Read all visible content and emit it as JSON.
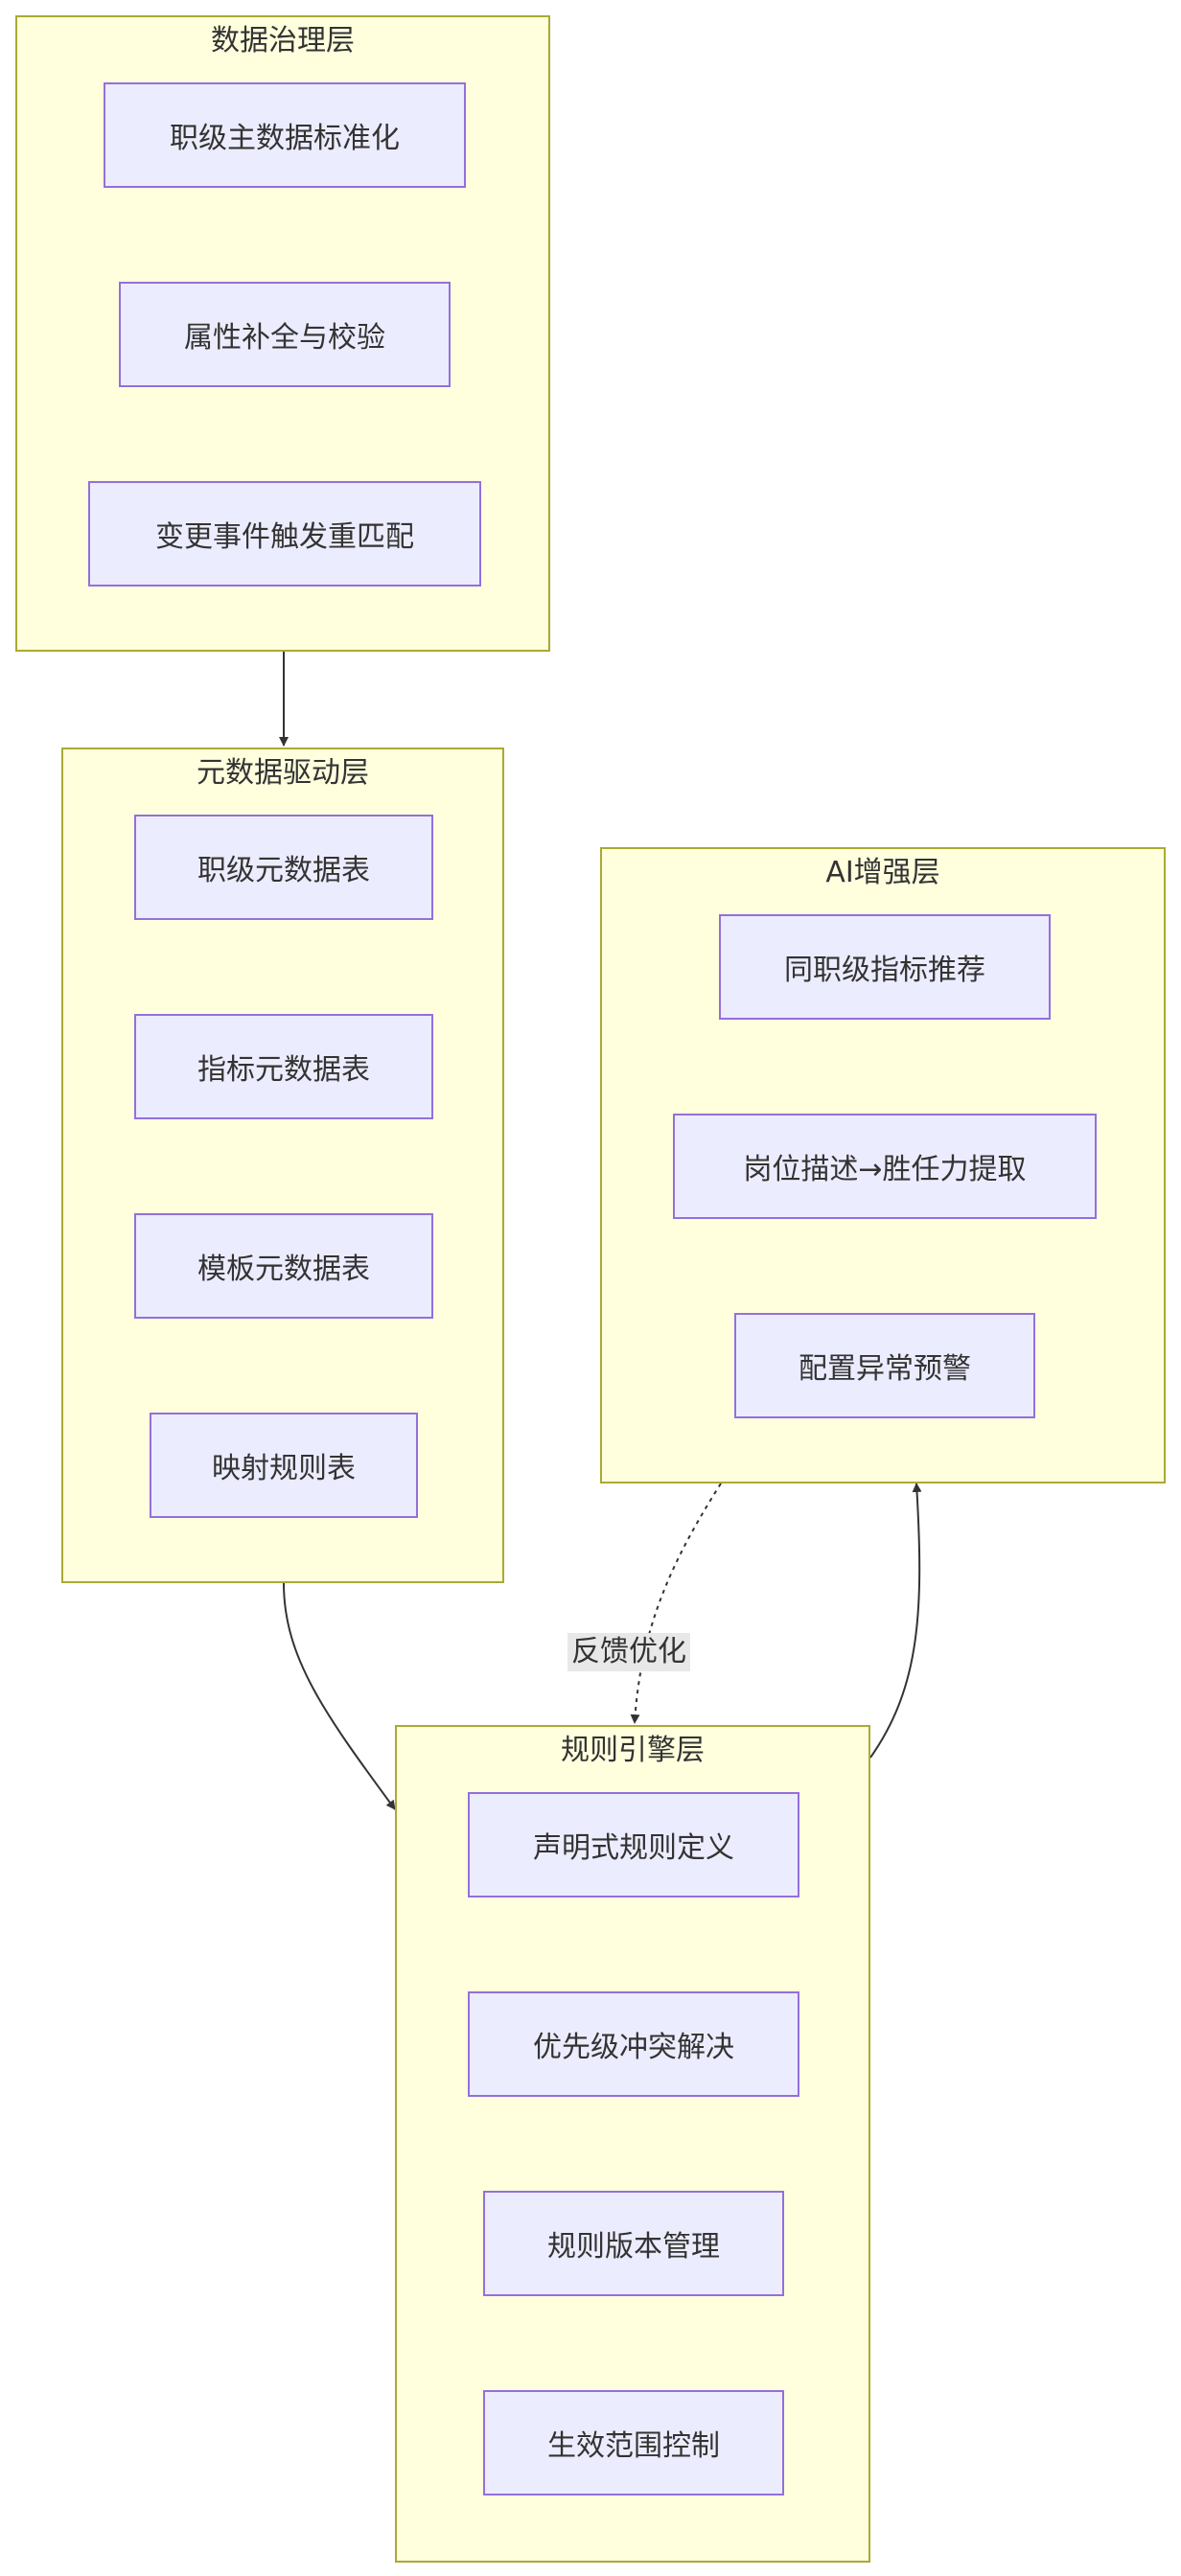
{
  "colors": {
    "group_fill": "#ffffde",
    "group_border": "#aaaa33",
    "node_fill": "#ececff",
    "node_border": "#9370db",
    "text": "#333333",
    "edge": "#333333",
    "edge_label_bg": "#e8e8e8"
  },
  "groups": {
    "governance": {
      "title": "数据治理层",
      "nodes": [
        "职级主数据标准化",
        "属性补全与校验",
        "变更事件触发重匹配"
      ]
    },
    "metadata": {
      "title": "元数据驱动层",
      "nodes": [
        "职级元数据表",
        "指标元数据表",
        "模板元数据表",
        "映射规则表"
      ]
    },
    "ai": {
      "title": "AI增强层",
      "nodes": [
        "同职级指标推荐",
        "岗位描述→胜任力提取",
        "配置异常预警"
      ]
    },
    "rules": {
      "title": "规则引擎层",
      "nodes": [
        "声明式规则定义",
        "优先级冲突解决",
        "规则版本管理",
        "生效范围控制"
      ]
    }
  },
  "edges": [
    {
      "from": "governance",
      "to": "metadata",
      "style": "solid",
      "label": ""
    },
    {
      "from": "metadata",
      "to": "rules",
      "style": "solid",
      "label": ""
    },
    {
      "from": "rules",
      "to": "ai",
      "style": "solid",
      "label": ""
    },
    {
      "from": "ai",
      "to": "rules",
      "style": "dashed",
      "label": "反馈优化"
    }
  ]
}
